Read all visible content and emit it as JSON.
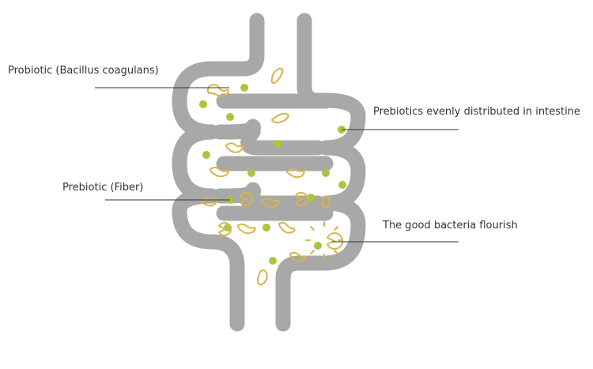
{
  "colors": {
    "intestine": "#a8a8a8",
    "background": "#ffffff",
    "prebiotic_dot": "#a6c83a",
    "probiotic_bacteria": "#d9b44a",
    "leader_line": "#333333",
    "label_text": "#333333"
  },
  "labels": {
    "probiotic": "Probiotic (Bacillus coagulans)",
    "prebiotics_distributed": "Prebiotics evenly distributed in intestine",
    "prebiotic_fiber": "Prebiotic (Fiber)",
    "good_bacteria": "The good bacteria flourish"
  },
  "icons": {
    "probiotic": "bean-shaped-bacteria-icon",
    "prebiotic": "green-dot-icon",
    "eating_bacteria": "pacman-bacteria-icon",
    "flourish": "sunburst-bacteria-icon"
  }
}
